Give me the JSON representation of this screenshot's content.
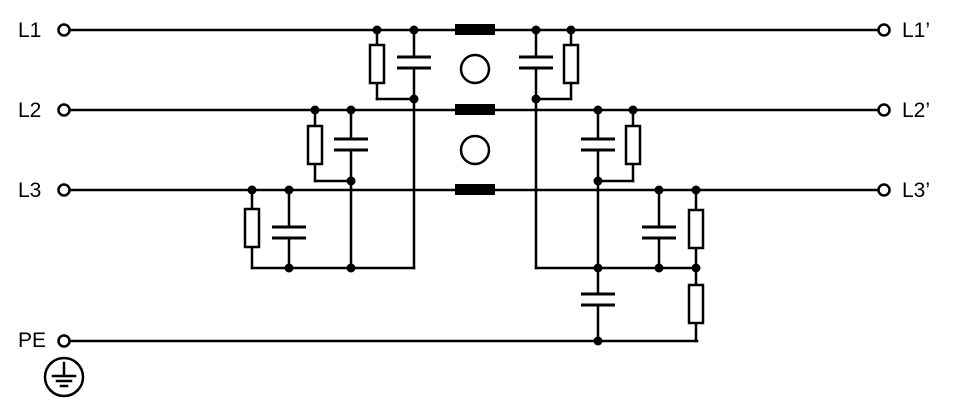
{
  "labels": {
    "l1_in": "L1",
    "l2_in": "L2",
    "l3_in": "L3",
    "pe_in": "PE",
    "l1_out": "L1’",
    "l2_out": "L2’",
    "l3_out": "L3’"
  },
  "components": {
    "choke_windings": 3,
    "choke_cores": 2,
    "input_filter": {
      "resistors": 3,
      "capacitors": 3
    },
    "output_filter": {
      "resistors": 4,
      "capacitors": 4
    }
  },
  "icons": {
    "ground": "earth-ground-icon"
  },
  "colors": {
    "line": "#000000",
    "background": "#ffffff"
  }
}
